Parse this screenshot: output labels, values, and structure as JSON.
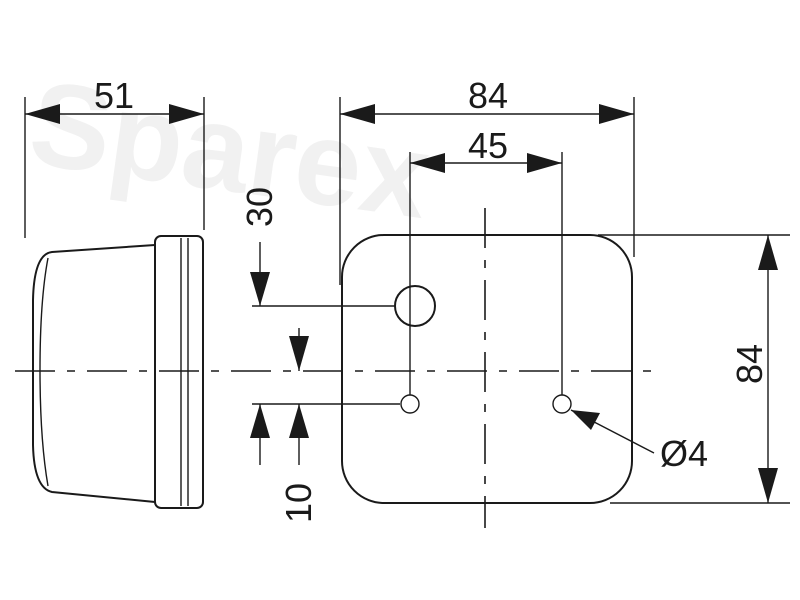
{
  "watermark": {
    "text": "Sparex"
  },
  "dimensions": {
    "side_depth": "51",
    "overall_width": "84",
    "hole_spacing": "45",
    "top_offset": "30",
    "hole_offset": "10",
    "overall_height": "84",
    "hole_diameter": "Ø4"
  }
}
